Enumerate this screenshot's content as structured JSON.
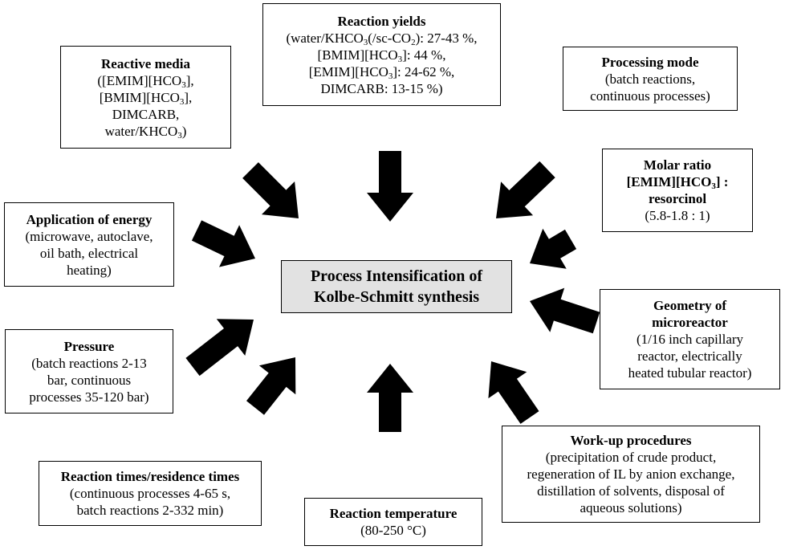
{
  "center": {
    "line1": "Process Intensification of",
    "line2": "Kolbe-Schmitt synthesis"
  },
  "boxes": {
    "reaction_yields": {
      "title": "Reaction yields",
      "l1a": "(water/KHCO",
      "l1b": "3",
      "l1c": "(/sc-CO",
      "l1d": "2",
      "l1e": "): 27-43 %,",
      "l2a": "[BMIM][HCO",
      "l2b": "3",
      "l2c": "]: 44 %,",
      "l3a": "[EMIM][HCO",
      "l3b": "3",
      "l3c": "]: 24-62 %,",
      "l4": "DIMCARB: 13-15 %)"
    },
    "reactive_media": {
      "title": "Reactive media",
      "l1a": "([EMIM][HCO",
      "l1b": "3",
      "l1c": "],",
      "l2a": "[BMIM][HCO",
      "l2b": "3",
      "l2c": "],",
      "l3": "DIMCARB,",
      "l4a": "water/KHCO",
      "l4b": "3",
      "l4c": ")"
    },
    "processing_mode": {
      "title": "Processing mode",
      "l1": "(batch reactions,",
      "l2": "continuous processes)"
    },
    "molar_ratio": {
      "t1": "Molar ratio",
      "t2a": "[EMIM][HCO",
      "t2b": "3",
      "t2c": "] :",
      "t3": "resorcinol",
      "l1": "(5.8-1.8 : 1)"
    },
    "application_energy": {
      "title": "Application of energy",
      "l1": "(microwave, autoclave,",
      "l2": "oil bath, electrical",
      "l3": "heating)"
    },
    "geometry": {
      "t1": "Geometry of",
      "t2": "microreactor",
      "l1": "(1/16 inch capillary",
      "l2": "reactor, electrically",
      "l3": "heated tubular reactor)"
    },
    "pressure": {
      "title": "Pressure",
      "l1": "(batch reactions 2-13",
      "l2": "bar, continuous",
      "l3": "processes 35-120 bar)"
    },
    "workup": {
      "title": "Work-up procedures",
      "l1": "(precipitation of crude product,",
      "l2": "regeneration of IL by anion exchange,",
      "l3": "distillation of solvents, disposal of",
      "l4": "aqueous solutions)"
    },
    "reaction_times": {
      "title": "Reaction times/residence times",
      "l1": "(continuous processes 4-65 s,",
      "l2": "batch reactions 2-332 min)"
    },
    "reaction_temperature": {
      "title": "Reaction temperature",
      "l1": "(80-250 °C)"
    }
  },
  "arrow_color": "#000000"
}
